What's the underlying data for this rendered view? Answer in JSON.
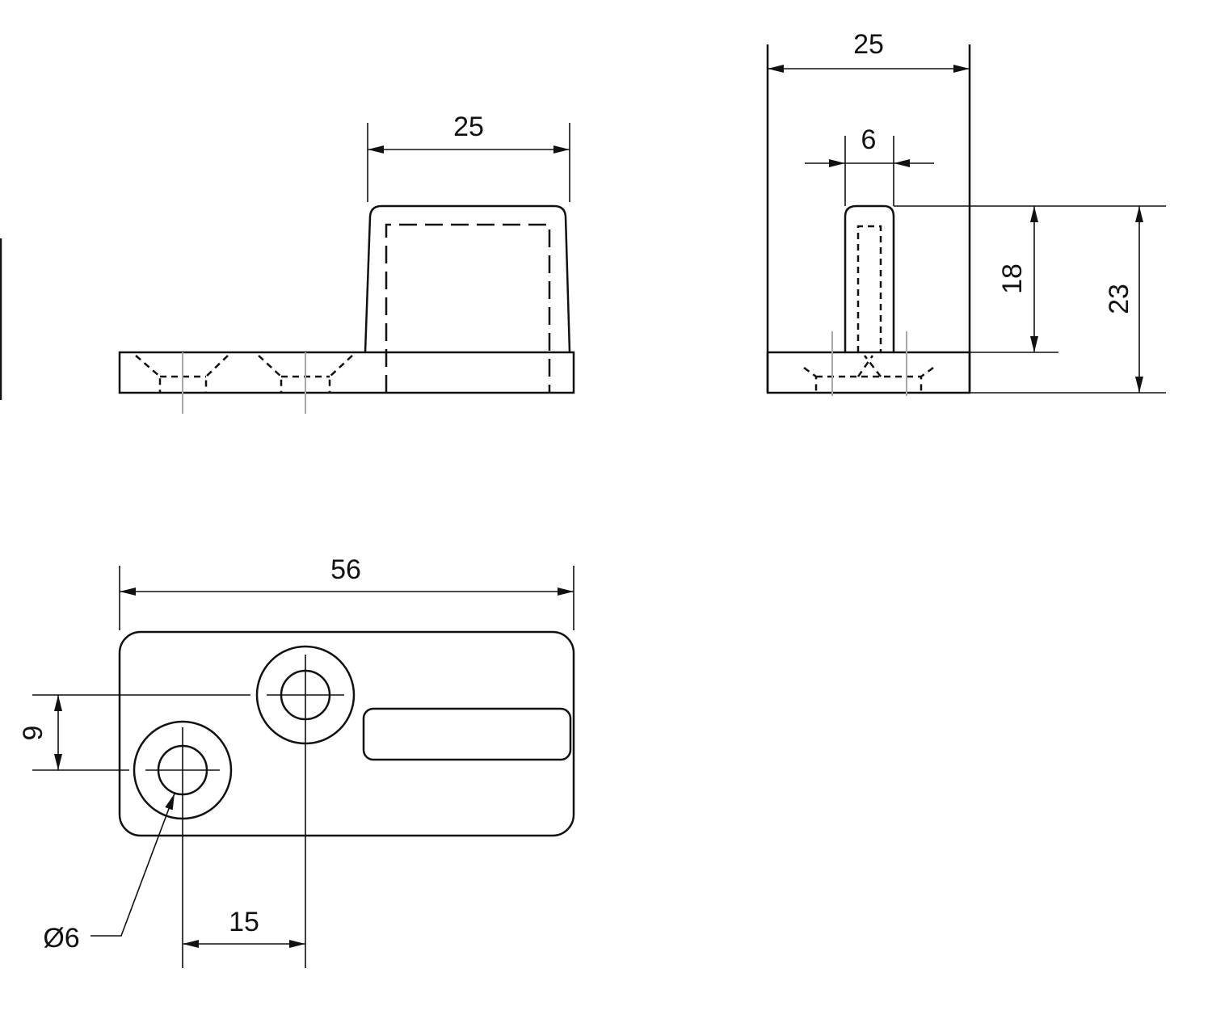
{
  "drawing": {
    "front_view": {
      "width_label": "25"
    },
    "side_view": {
      "width_label": "25",
      "pin_width_label": "6",
      "pin_height_label": "18",
      "total_height_label": "23"
    },
    "top_view": {
      "length_label": "56",
      "hole_offset_y_label": "9",
      "hole_diameter_label": "Ø6",
      "hole_spacing_label": "15"
    }
  }
}
